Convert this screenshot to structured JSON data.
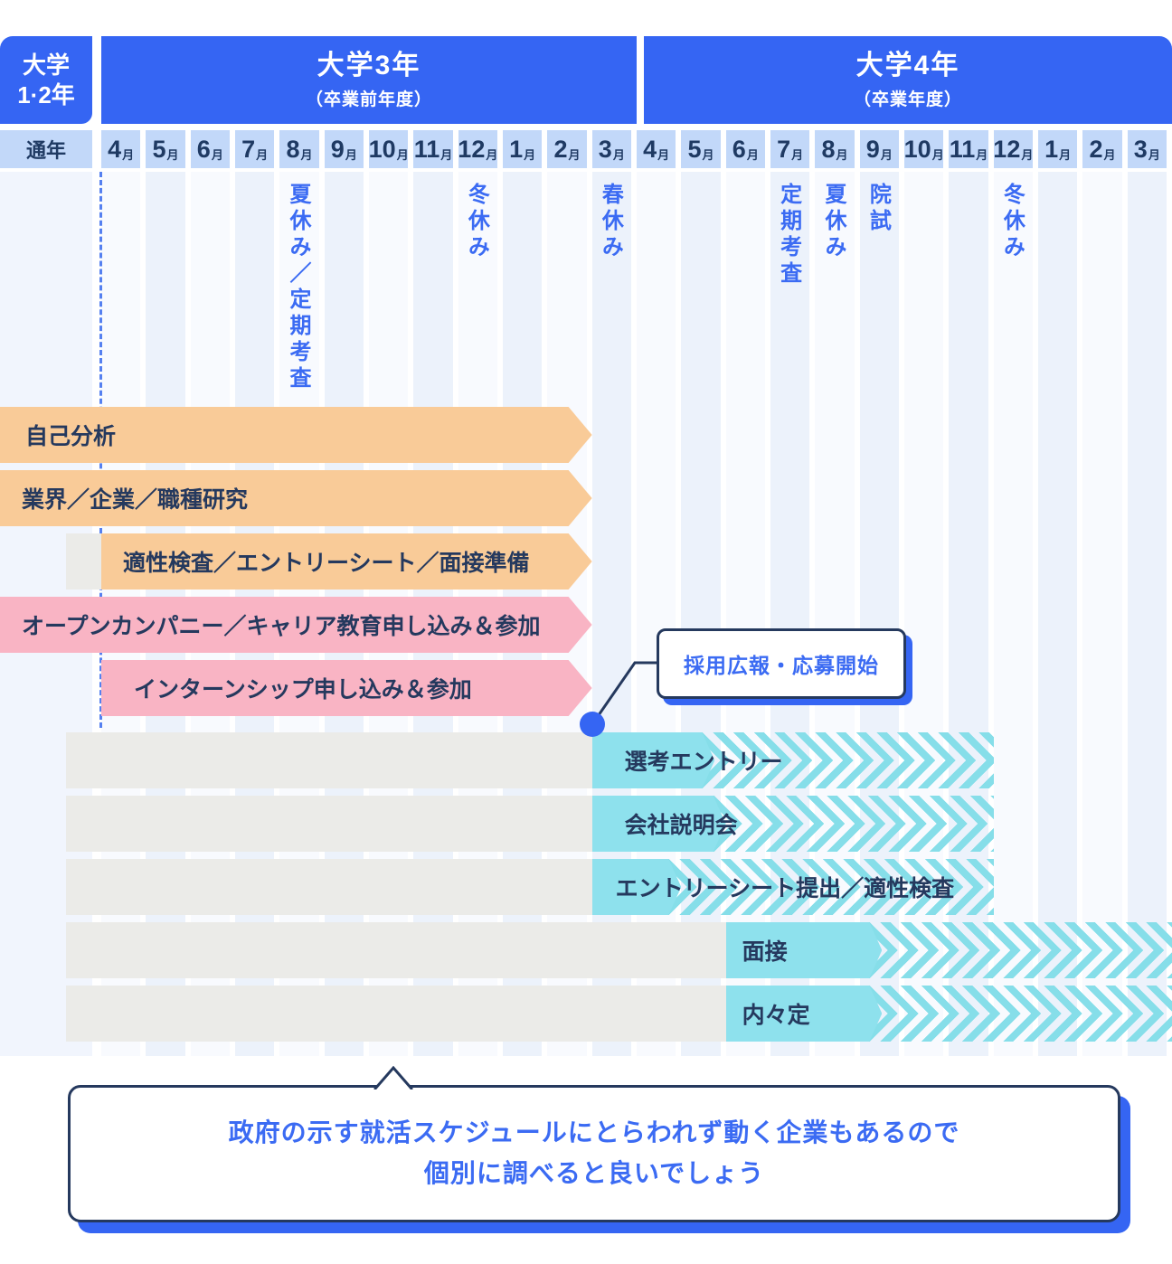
{
  "header": {
    "stage1": {
      "line1": "大学",
      "line2": "1·2年"
    },
    "stage2": {
      "title": "大学3年",
      "subtitle": "（卒業前年度）"
    },
    "stage3": {
      "title": "大学4年",
      "subtitle": "（卒業年度）"
    }
  },
  "month_row": {
    "year_round_label": "通年",
    "month_suffix": "月",
    "year3_months": [
      "4",
      "5",
      "6",
      "7",
      "8",
      "9",
      "10",
      "11",
      "12",
      "1",
      "2",
      "3"
    ],
    "year4_months": [
      "4",
      "5",
      "6",
      "7",
      "8",
      "9",
      "10",
      "11",
      "12",
      "1",
      "2",
      "3"
    ]
  },
  "period_labels": [
    {
      "text": "夏休み／定期考査",
      "column": 4
    },
    {
      "text": "冬休み",
      "column": 8
    },
    {
      "text": "春休み",
      "column": 11
    },
    {
      "text": "定期考査",
      "column": 15
    },
    {
      "text": "夏休み",
      "column": 16
    },
    {
      "text": "院試",
      "column": 17
    },
    {
      "text": "冬休み",
      "column": 20
    }
  ],
  "activities": [
    {
      "label": "自己分析",
      "type": "prep",
      "from_column": "start",
      "to_column": 11
    },
    {
      "label": "業界／企業／職種研究",
      "type": "prep",
      "from_column": "start",
      "to_column": 11
    },
    {
      "label": "適性検査／エントリーシート／面接準備",
      "type": "prep",
      "from_column": 0,
      "to_column": 11,
      "lead_gray": true
    },
    {
      "label": "オープンカンパニー／キャリア教育申し込み＆参加",
      "type": "event",
      "from_column": "start",
      "to_column": 11
    },
    {
      "label": "インターンシップ申し込み＆参加",
      "type": "event",
      "from_column": 0,
      "to_column": 11
    },
    {
      "label": "選考エントリー",
      "type": "selection",
      "from_column": 11,
      "solid_to": 13.75,
      "to_column": 20
    },
    {
      "label": "会社説明会",
      "type": "selection",
      "from_column": 11,
      "solid_to": 14,
      "to_column": 20
    },
    {
      "label": "エントリーシート提出／適性検査",
      "type": "selection",
      "from_column": 11,
      "solid_to": 13,
      "to_column": 20
    },
    {
      "label": "面接",
      "type": "selection",
      "from_column": 14,
      "solid_to": 17.5,
      "to_column": 24
    },
    {
      "label": "内々定",
      "type": "selection",
      "from_column": 14,
      "solid_to": 17.5,
      "to_column": 24
    }
  ],
  "callout": {
    "text": "採用広報・応募開始"
  },
  "note": {
    "line1": "政府の示す就活スケジュールにとらわれず動く企業もあるので",
    "line2": "個別に調べると良いでしょう"
  },
  "colors": {
    "primary_blue": "#3565F3",
    "month_cell_blue": "#C2D8F9",
    "navy_text": "#25395E",
    "label_blue": "#3B6BF3",
    "prep_orange": "#F9CB98",
    "event_pink": "#F9B4C4",
    "selection_cyan": "#8EE1ED",
    "chevron_cyan": "#86DEE9",
    "lead_gray": "#EBEBE8",
    "column_light": "#F8FAFE",
    "column_shaded": "#ECF2FB"
  }
}
